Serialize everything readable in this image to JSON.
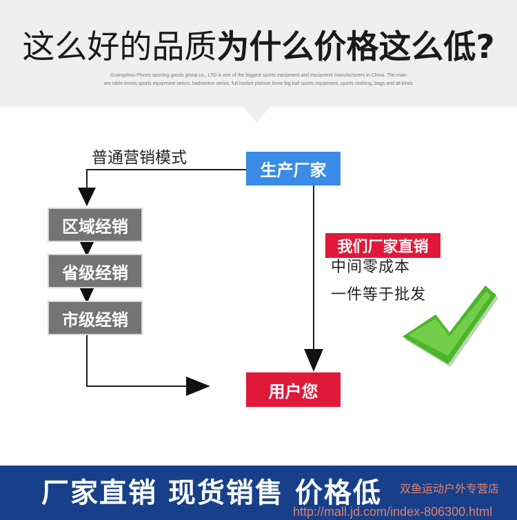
{
  "header": {
    "title_light": "这么好的品质",
    "title_bold": "为什么价格这么低?",
    "subtitle_line1": "Guangzhou Pisces sporting goods group co., LTD is one of the biggest sports equipment and equipment manufacturers in China. The main",
    "subtitle_line2": "are table tennis sports equipment series, badminton series, full basket platoon three big ball sports equipment, sports clothing, bags and all kinds"
  },
  "diagram": {
    "producer": "生产厂家",
    "normal_mode_label": "普通营销模式",
    "regional_dealer": "区域经销",
    "provincial_dealer": "省级经销",
    "city_dealer": "市级经销",
    "direct_sale": "我们厂家直销",
    "note_1": "中间零成本",
    "note_2": "一件等于批发",
    "user": "用户您",
    "colors": {
      "producer": "#3a8ce6",
      "red": "#e0193b",
      "gray": "#747474",
      "check": "#4bb62a"
    }
  },
  "footer": {
    "slogan": "厂家直销  现货销售  价格低",
    "watermark_shop": "双鱼运动户外专营店",
    "watermark_url": "http://mall.jd.com/index-806300.html",
    "background": "#18408a"
  }
}
